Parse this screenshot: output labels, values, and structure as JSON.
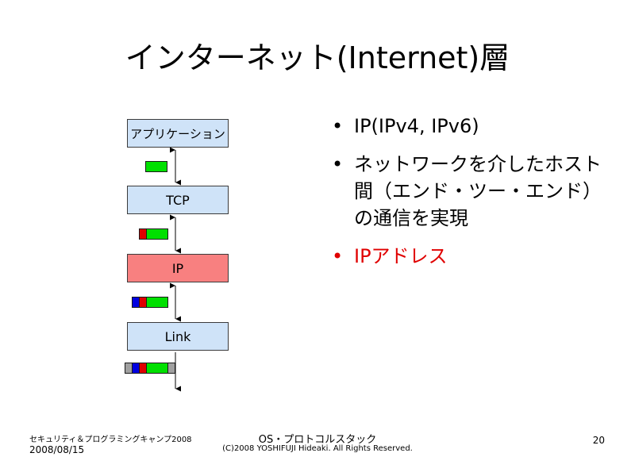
{
  "slide": {
    "title": "インターネット(Internet)層",
    "bullet_char": "•",
    "bullets": [
      {
        "text": "IP(IPv4, IPv6)",
        "color": "#000000"
      },
      {
        "text": "ネットワークを介したホスト間（エンド・ツー・エンド）の通信を実現",
        "color": "#000000"
      },
      {
        "text": "IPアドレス",
        "color": "#e00000"
      }
    ]
  },
  "diagram": {
    "layers": [
      {
        "label": "アプリケーション",
        "fill": "#cfe3f8"
      },
      {
        "label": "TCP",
        "fill": "#cfe3f8"
      },
      {
        "label": "IP",
        "fill": "#f88080"
      },
      {
        "label": "Link",
        "fill": "#cfe3f8"
      }
    ],
    "segment_colors": {
      "data": "#00e000",
      "tcp": "#e00000",
      "ip": "#0000e0",
      "link": "#a0a0a0"
    }
  },
  "footer": {
    "left_line1": "セキュリティ＆プログラミングキャンプ2008",
    "left_line2": "2008/08/15",
    "center_line1": "OS・プロトコルスタック",
    "center_line2": "(C)2008 YOSHIFUJI Hideaki. All Rights Reserved.",
    "page_number": "20"
  }
}
